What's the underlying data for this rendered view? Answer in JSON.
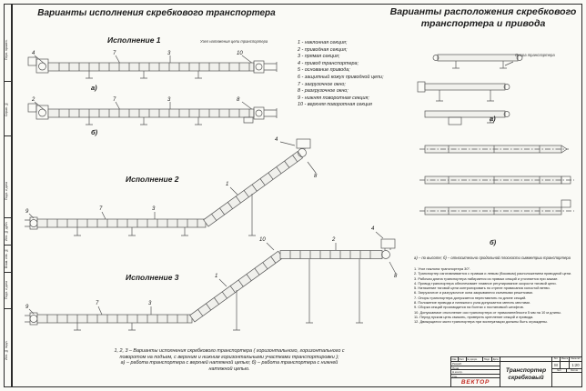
{
  "titles": {
    "left": "Варианты исполнения скребкового транспортера",
    "right_line1": "Варианты расположения скребкового",
    "right_line2": "транспортера и привода"
  },
  "drawings": {
    "isp1_label": "Исполнение 1",
    "isp2_label": "Исполнение 2",
    "isp3_label": "Исполнение 3",
    "tension_note": "Узел натяжения цепи транспортера",
    "variant_a": "а)",
    "variant_b": "б)",
    "support_label": "Опора транспортера"
  },
  "legend": {
    "items": [
      "1 - наклонная секция;",
      "2 - приводная секция;",
      "3 - прямая секция;",
      "4 - привод транспортера;",
      "5 - основание привода;",
      "6 - защитный кожух приводной цепи;",
      "7 - загрузочное окно;",
      "8 - разгрузочное окно;",
      "9 - нижняя поворотная секция;",
      "10 - верхняя поворотная секция"
    ]
  },
  "callouts": {
    "isp1a": [
      "4",
      "7",
      "3",
      "10"
    ],
    "isp1b": [
      "2",
      "7",
      "3",
      "8"
    ],
    "isp2": [
      "9",
      "7",
      "3",
      "1",
      "4",
      "8"
    ],
    "isp3": [
      "9",
      "7",
      "3",
      "1",
      "10",
      "2",
      "4",
      "8"
    ]
  },
  "caption": {
    "lines": [
      "1, 2, 3  –  Варианты исполнения скребкового транспортера ( горизонтального, горизонтального с",
      "поворотом на подъем, с верхним и нижним горизонтальными участками транспортировки );",
      "а) – работа транспортера с верхней натяжной цепью;  б) – работа транспортера с нижней",
      "натяжной цепью."
    ]
  },
  "notes": {
    "ab": "а) – по высоте;  б) – относительно продольной плоскости симметрии транспортера",
    "lines": [
      "1. Угол наклона транспортера 30°.",
      "2. Транспортер изготавливается с правым и левым (боковым) расположением приводной цепи.",
      "3. Рабочая длина транспортера набирается из прямых секций и уточняется при заказе.",
      "4. Привод транспортера обеспечивает плавное регулирование скорости тяговой цепи.",
      "5. Натяжение тяговой цепи контролировать по стреле провисания холостой ветви.",
      "6. Загрузочное и разгрузочное окна закрываются съемными решетками.",
      "7. Опоры транспортера допускается переставлять по длине секций.",
      "8. Положение привода и натяжного узла допускается менять местами.",
      "9. Сборка секций производится на болтах с постановкой штифтов.",
      "10. Допускаемое отклонение оси транспортера от прямолинейности 5 мм на 10 м длины.",
      "11. Перед пуском цепь смазать, проверить крепление секций и привода.",
      "12. Движущиеся части транспортера при эксплуатации должны быть ограждены."
    ]
  },
  "stamp": {
    "doc_name_line1": "Транспортер",
    "doc_name_line2": "скребковый",
    "liter_value": "М",
    "scale_value": "1:20",
    "logo": "ВЕКТОР",
    "labels": {
      "izm": "Изм.",
      "list": "Лист",
      "doc": "№ докум.",
      "podp": "Подп.",
      "data": "Дата",
      "razrab": "Разраб.",
      "prov": "Пров.",
      "nkontr": "Н.контр.",
      "utv": "Утв.",
      "lit": "Лит.",
      "massa": "Масса",
      "masshtab": "Масштаб",
      "list2": "Лист",
      "listov": "Листов"
    }
  },
  "margin": {
    "labels": [
      "Перв. примен.",
      "Справ. №",
      "Подп. и дата",
      "Инв. № дубл.",
      "Взам. инв. №",
      "Подп. и дата",
      "Инв. № подл."
    ]
  }
}
